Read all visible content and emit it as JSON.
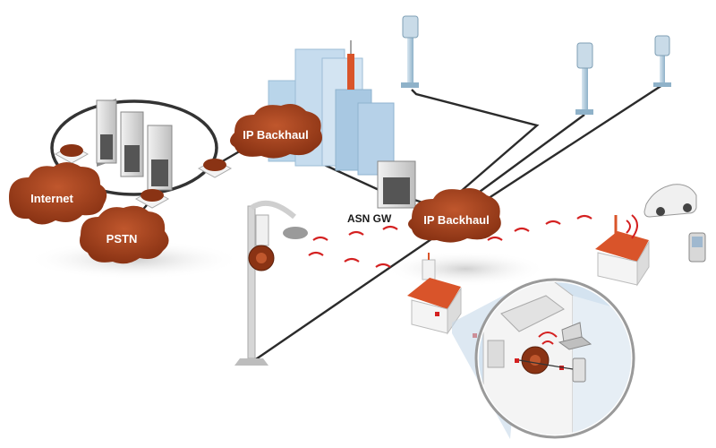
{
  "labels": {
    "internet": "Internet",
    "pstn": "PSTN",
    "ip_backhaul_left": "IP Backhaul",
    "ip_backhaul_right": "IP Backhaul",
    "asn_gw": "ASN GW"
  },
  "colors": {
    "cloud": "#a8431f",
    "cloud_dark": "#7e2d12",
    "link": "#2b2b2b",
    "signal": "#d42020",
    "roof": "#d9542a",
    "building": "#a9cbe6",
    "server": "#dcdcdc"
  },
  "icons": [
    "router-icon",
    "server-icon",
    "cell-tower-icon",
    "house-icon",
    "car-icon",
    "phone-icon",
    "laptop-icon",
    "street-lamp-icon",
    "base-station-icon"
  ]
}
